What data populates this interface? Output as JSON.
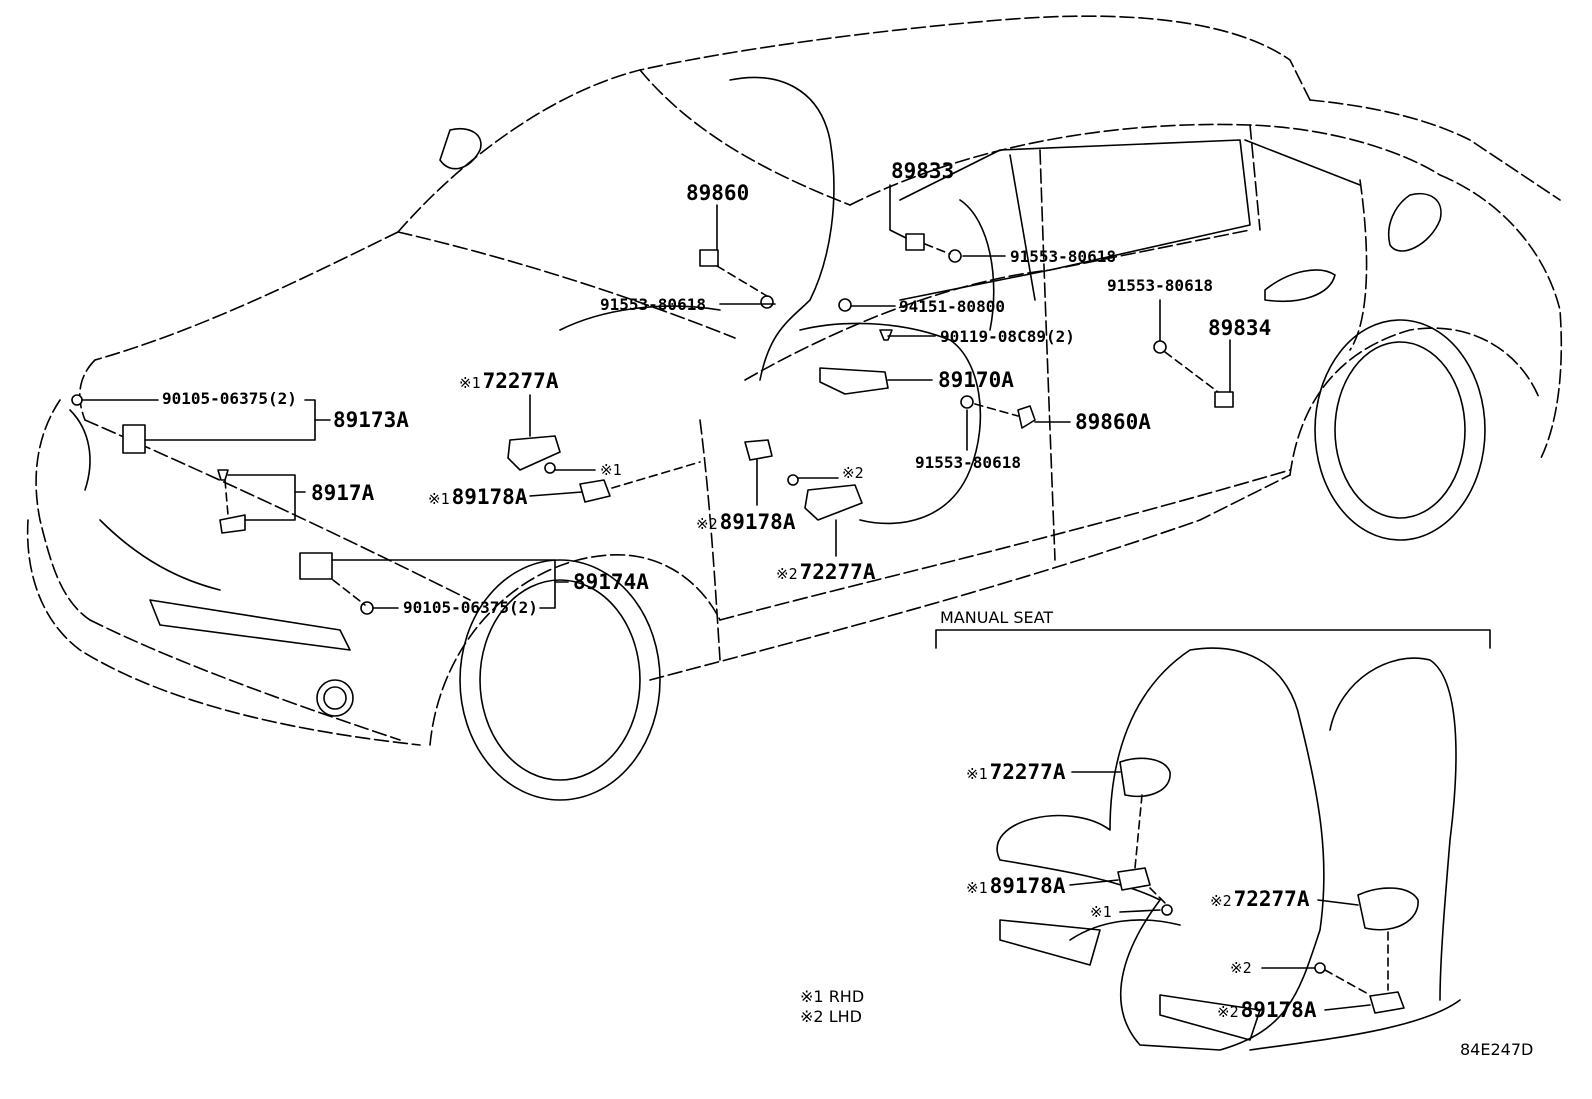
{
  "diagram": {
    "code": "84E247D",
    "section_title": "MANUAL SEAT",
    "legend": [
      {
        "mark": "※1",
        "text": "RHD"
      },
      {
        "mark": "※2",
        "text": "LHD"
      }
    ],
    "labels": {
      "l_89860": {
        "mark": "",
        "text": "89860"
      },
      "l_89833": {
        "mark": "",
        "text": "89833"
      },
      "l_91553_a": {
        "mark": "",
        "text": "91553-80618"
      },
      "l_91553_b": {
        "mark": "",
        "text": "91553-80618"
      },
      "l_91553_c": {
        "mark": "",
        "text": "91553-80618"
      },
      "l_91553_d": {
        "mark": "",
        "text": "91553-80618"
      },
      "l_94151": {
        "mark": "",
        "text": "94151-80800"
      },
      "l_90119": {
        "mark": "",
        "text": "90119-08C89(2)"
      },
      "l_89834": {
        "mark": "",
        "text": "89834"
      },
      "l_89170A": {
        "mark": "",
        "text": "89170A"
      },
      "l_89860A": {
        "mark": "",
        "text": "89860A"
      },
      "l_90105_a": {
        "mark": "",
        "text": "90105-06375(2)"
      },
      "l_90105_b": {
        "mark": "",
        "text": "90105-06375(2)"
      },
      "l_89173A": {
        "mark": "",
        "text": "89173A"
      },
      "l_8917A": {
        "mark": "",
        "text": "8917A"
      },
      "l_89174A": {
        "mark": "",
        "text": "89174A"
      },
      "l_72277A_1": {
        "mark": "※1",
        "text": "72277A"
      },
      "l_89178A_1": {
        "mark": "※1",
        "text": "89178A"
      },
      "l_x1_bolt": {
        "mark": "※1",
        "text": ""
      },
      "l_x2_bolt": {
        "mark": "※2",
        "text": ""
      },
      "l_89178A_2": {
        "mark": "※2",
        "text": "89178A"
      },
      "l_72277A_2": {
        "mark": "※2",
        "text": "72277A"
      },
      "s_72277A_1": {
        "mark": "※1",
        "text": "72277A"
      },
      "s_89178A_1": {
        "mark": "※1",
        "text": "89178A"
      },
      "s_x1_bolt": {
        "mark": "※1",
        "text": ""
      },
      "s_72277A_2": {
        "mark": "※2",
        "text": "72277A"
      },
      "s_x2_bolt": {
        "mark": "※2",
        "text": ""
      },
      "s_89178A_2": {
        "mark": "※2",
        "text": "89178A"
      }
    }
  }
}
